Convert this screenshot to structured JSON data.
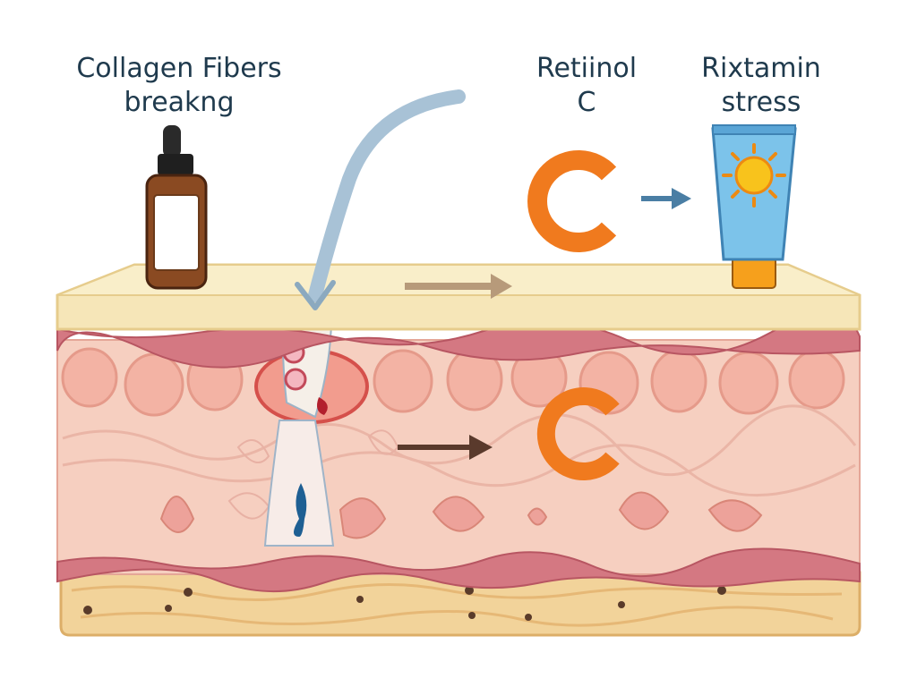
{
  "labels": {
    "collagen": {
      "line1": "Collagen Fibers",
      "line2": "breakng"
    },
    "retinol": {
      "line1": "Retiinol",
      "line2": "C"
    },
    "vitamin": {
      "line1": "Rixtamin",
      "line2": "stress"
    }
  },
  "icons": {
    "serum": "serum-dropper-bottle-icon",
    "vitamin_c_top": "letter-c-icon",
    "vitamin_c_dermis": "letter-c-icon",
    "sunscreen": "sunscreen-tube-icon",
    "sun": "sun-icon"
  },
  "colors": {
    "epidermis": "#f6e6b8",
    "dermis": "#f6cfc0",
    "cells": "#f3b3a4",
    "basal_line": "#c9606b",
    "fat_layer": "#f2d39a",
    "vitamin_c": "#f07a1e",
    "tube": "#7cc3ea",
    "arrow_blue": "#9bb9cf",
    "text": "#1f3a4d"
  }
}
